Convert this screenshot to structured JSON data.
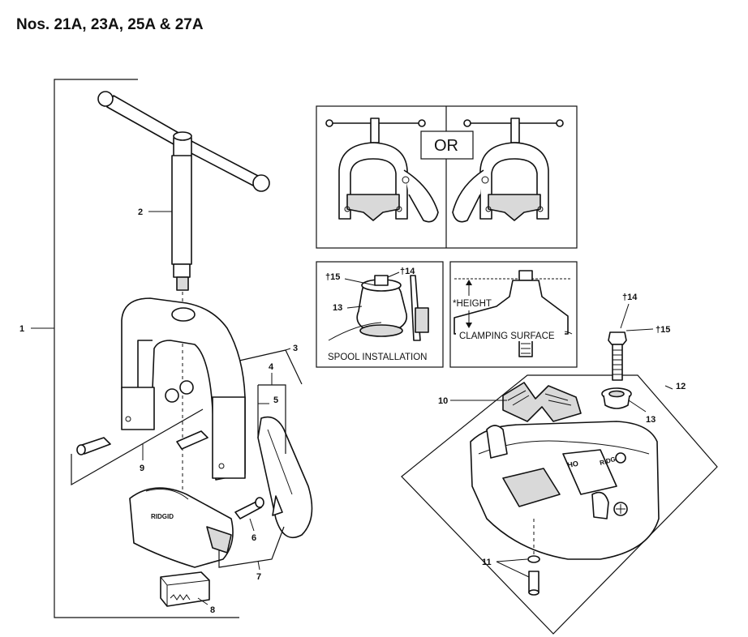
{
  "page": {
    "title": "Nos. 21A, 23A, 25A & 27A"
  },
  "panels": {
    "or_label": "OR",
    "spool": {
      "label": "SPOOL INSTALLATION",
      "callouts": [
        "†15",
        "†14",
        "13"
      ]
    },
    "height": {
      "height_label": "*HEIGHT",
      "surface_label": "CLAMPING SURFACE"
    }
  },
  "callouts": {
    "c1": "1",
    "c2": "2",
    "c3": "3",
    "c4": "4",
    "c5": "5",
    "c6": "6",
    "c7": "7",
    "c8": "8",
    "c9": "9",
    "c10": "10",
    "c11": "11",
    "c12": "12",
    "c13": "13",
    "c14": "†14",
    "c15": "†15"
  },
  "brand_marks": {
    "jaw_brand": "RIDGID",
    "base_brand": "RIDGID",
    "base_model": "HO"
  }
}
